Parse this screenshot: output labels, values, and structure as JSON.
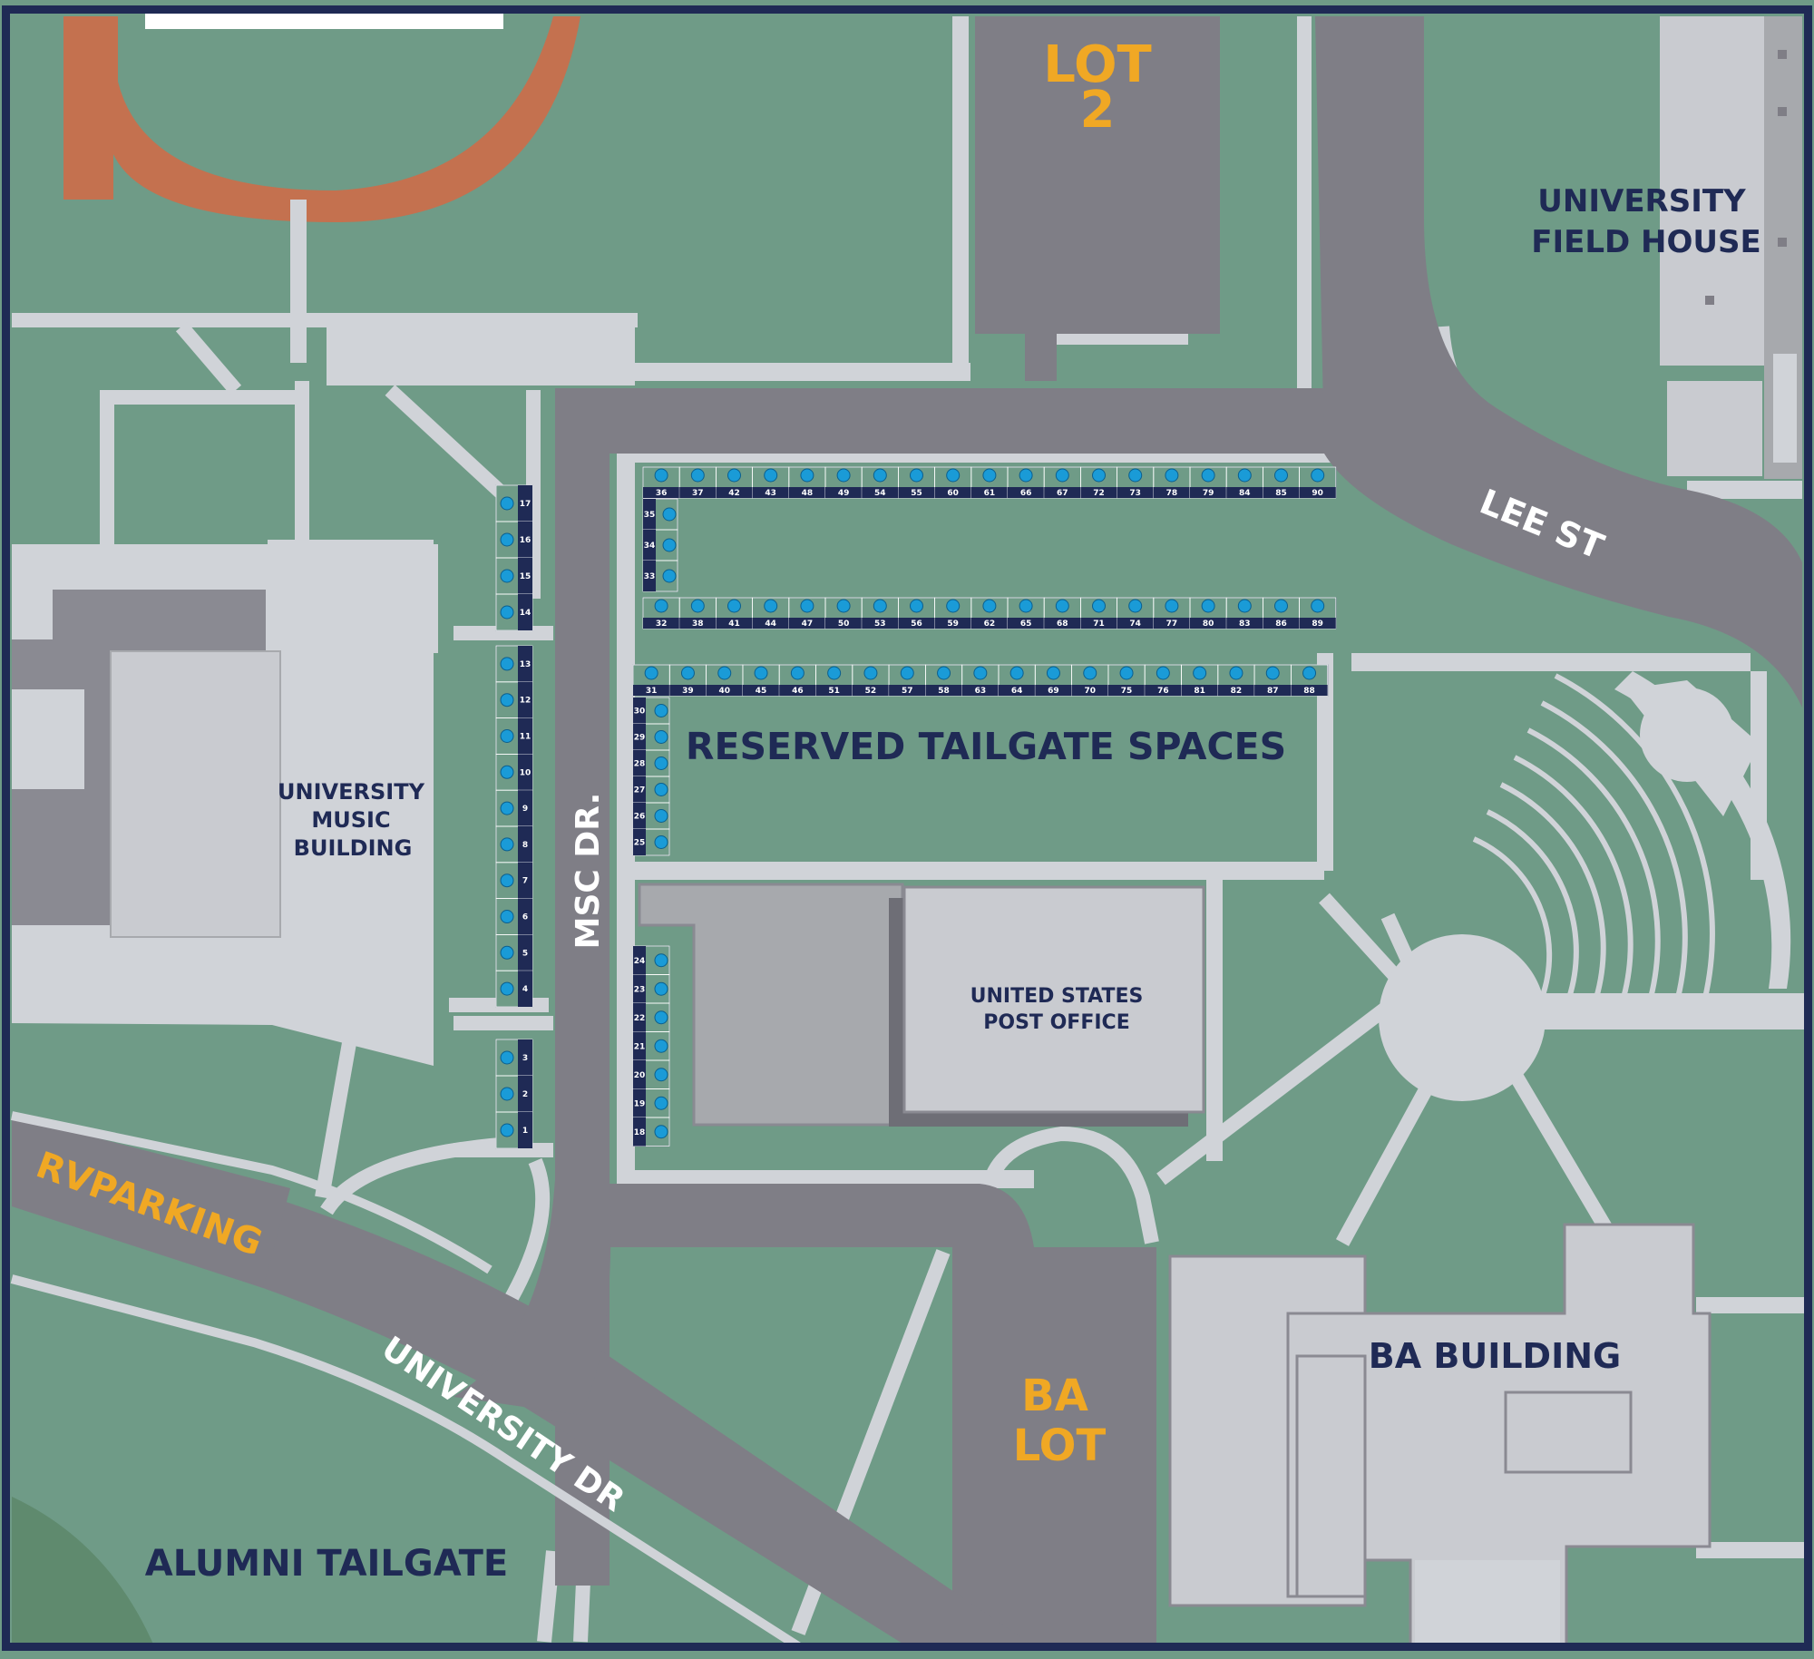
{
  "labels": {
    "lot2_line1": "LOT",
    "lot2_line2": "2",
    "field_house_line1": "UNIVERSITY",
    "field_house_line2": "FIELD HOUSE",
    "lee_st": "LEE ST",
    "music_line1": "UNIVERSITY",
    "music_line2": "MUSIC",
    "music_line3": "BUILDING",
    "msc_dr": "MSC DR.",
    "reserved": "RESERVED TAILGATE SPACES",
    "post_office_line1": "UNITED STATES",
    "post_office_line2": "POST OFFICE",
    "rv_parking": "RVPARKING",
    "university_dr": "UNIVERSITY DR",
    "alumni_tailgate": "ALUMNI TAILGATE",
    "ba_lot_line1": "BA",
    "ba_lot_line2": "LOT",
    "ba_building": "BA BUILDING"
  },
  "colors": {
    "grass": "#6f9b87",
    "road": "#7f7e86",
    "sidewalk": "#d0d3d8",
    "building": "#c9cbd0",
    "building_dark": "#a7a9ad",
    "track": "#c4714f",
    "navy": "#1f2a55",
    "gold": "#f0a824",
    "spot_marker": "#1a9bd7",
    "border": "#1f2a55"
  },
  "tailgate_spots": {
    "row_top": [
      "36",
      "37",
      "42",
      "43",
      "48",
      "49",
      "54",
      "55",
      "60",
      "61",
      "66",
      "67",
      "72",
      "73",
      "78",
      "79",
      "84",
      "85",
      "90"
    ],
    "col_top_left": [
      "35",
      "34",
      "33"
    ],
    "row_upper_bottom": [
      "32",
      "38",
      "41",
      "44",
      "47",
      "50",
      "53",
      "56",
      "59",
      "62",
      "65",
      "68",
      "71",
      "74",
      "77",
      "80",
      "83",
      "86",
      "89"
    ],
    "row_lower_top": [
      "31",
      "39",
      "40",
      "45",
      "46",
      "51",
      "52",
      "57",
      "58",
      "63",
      "64",
      "69",
      "70",
      "75",
      "76",
      "81",
      "82",
      "87",
      "88"
    ],
    "col_lower_left": [
      "30",
      "29",
      "28",
      "27",
      "26",
      "25"
    ],
    "col_post_office": [
      "24",
      "23",
      "22",
      "21",
      "20",
      "19",
      "18"
    ],
    "col_west_upper": [
      "17",
      "16",
      "15",
      "14"
    ],
    "col_west_middle": [
      "13",
      "12",
      "11",
      "10",
      "9",
      "8",
      "7",
      "6",
      "5",
      "4"
    ],
    "col_west_lower": [
      "3",
      "2",
      "1"
    ]
  }
}
